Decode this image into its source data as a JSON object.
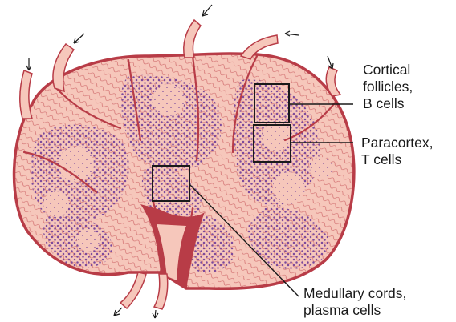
{
  "labels": {
    "cortical_line1": "Cortical",
    "cortical_line2": "follicles,",
    "cortical_line3": "B cells",
    "paracortex_line1": "Paracortex,",
    "paracortex_line2": "T cells",
    "medullary_line1": "Medullary cords,",
    "medullary_line2": "plasma cells"
  },
  "colors": {
    "background": "#ffffff",
    "capsule": "#b83c47",
    "tissue_fill": "#f6c7bb",
    "lymphocyte": "#7b4a9c",
    "vessel_fill": "#f6c7bb",
    "vessel_outline": "#b83c47",
    "label_text": "#1a1a1a",
    "pointer": "#1a1a1a"
  }
}
